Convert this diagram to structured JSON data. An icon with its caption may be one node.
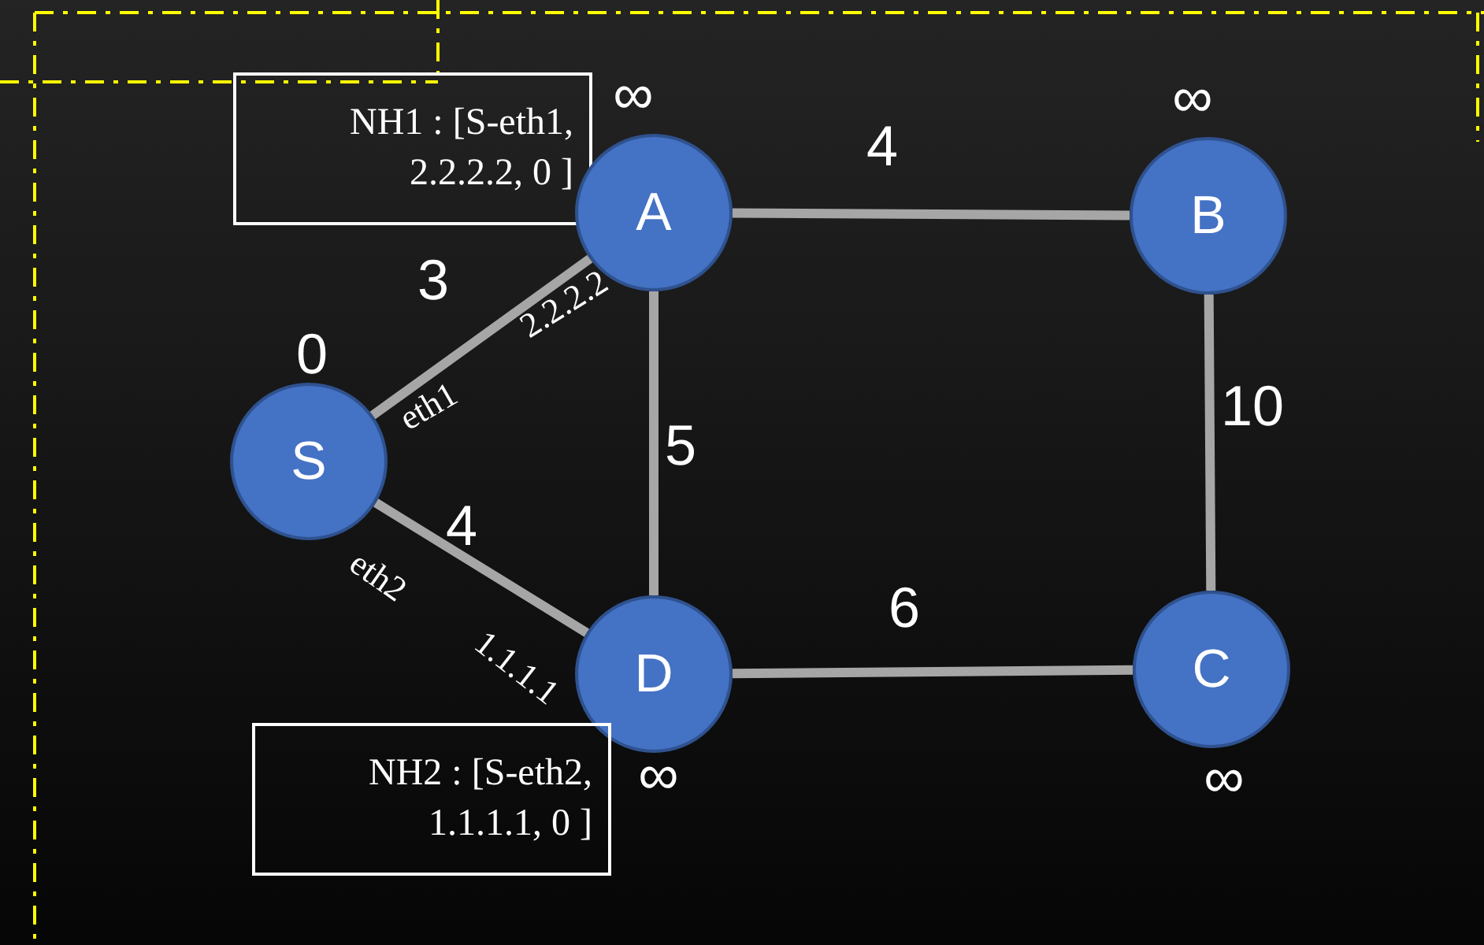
{
  "diagram": {
    "nodes": [
      {
        "text": [
          "NH1 : [S-eth1, 2.2.2.2, 0 ]"
        ]
      },
      {
        "text": [
          "A"
        ],
        "beside": [
          "∞"
        ]
      },
      {
        "text": [
          "B"
        ],
        "beside": [
          "∞"
        ]
      },
      {
        "text": [
          "S"
        ],
        "beside": [
          "0"
        ]
      },
      {
        "text": [
          "D"
        ],
        "beside": [
          "∞"
        ]
      },
      {
        "text": [
          "C"
        ],
        "beside": [
          "∞"
        ]
      },
      {
        "text": [
          "NH2 : [S-eth2, 1.1.1.1, 0 ]"
        ]
      }
    ],
    "edges": [
      {
        "from": 1,
        "to": 2,
        "arrow": "none",
        "label": "4"
      },
      {
        "from": 3,
        "to": 1,
        "arrow": "none",
        "label": "3"
      },
      {
        "from": 1,
        "to": 4,
        "arrow": "none",
        "label": "5"
      },
      {
        "from": 2,
        "to": 5,
        "arrow": "none",
        "label": "10"
      },
      {
        "from": 3,
        "to": 4,
        "arrow": "none",
        "label": "4"
      },
      {
        "from": 4,
        "to": 5,
        "arrow": "none",
        "label": "6"
      }
    ],
    "labels": [
      "eth1",
      "2.2.2.2",
      "eth2",
      "1.1.1.1"
    ]
  }
}
